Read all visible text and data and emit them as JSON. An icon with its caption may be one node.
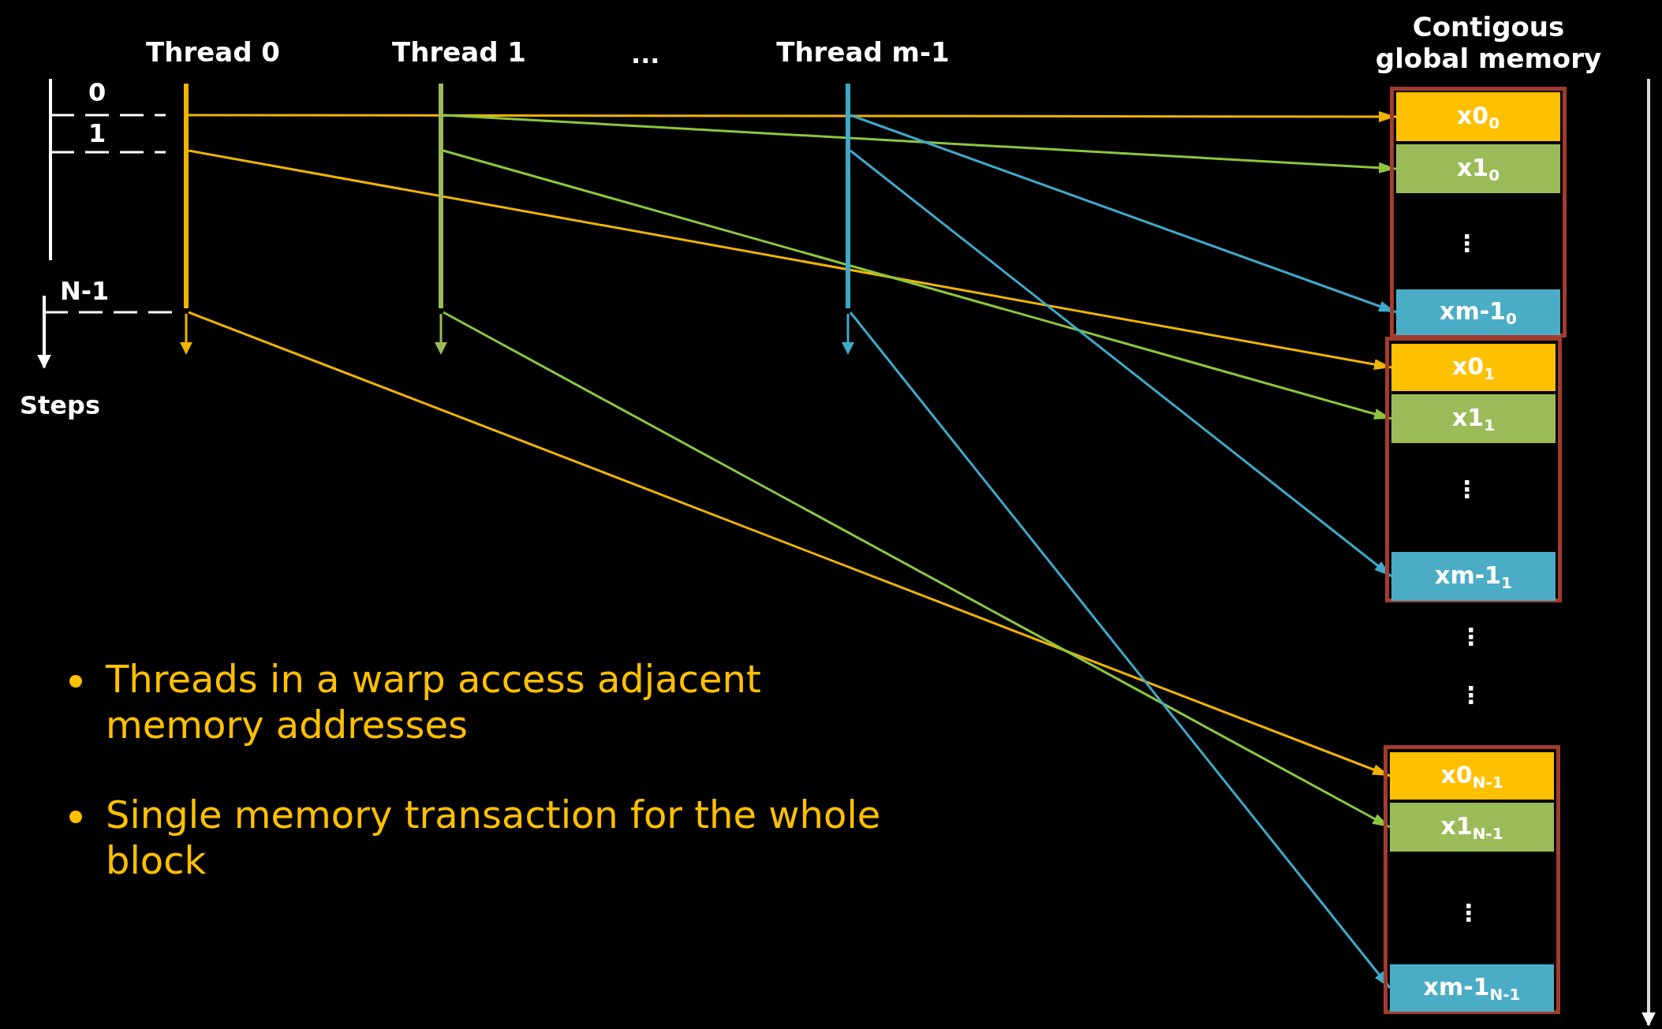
{
  "diagram": {
    "nodes": [
      {
        "text": [
          "Thread 0"
        ]
      },
      {
        "text": [
          "Thread 1"
        ]
      },
      {
        "text": [
          "Thread m-1"
        ]
      },
      {
        "text": [],
        "shape": "box"
      },
      {
        "text": [
          "x0$_{0}$"
        ],
        "in": 3
      },
      {
        "text": [
          "x1$_{0}$"
        ],
        "in": 3
      },
      {
        "text": [
          "xm-1$_{0}$"
        ],
        "in": 3
      },
      {
        "text": [],
        "shape": "box"
      },
      {
        "text": [
          "x0$_{1}$"
        ],
        "in": 7
      },
      {
        "text": [
          "x1$_{1}$"
        ],
        "in": 7
      },
      {
        "text": [
          "xm-1$_{1}$"
        ],
        "in": 7
      },
      {
        "text": [],
        "shape": "box"
      },
      {
        "text": [
          "x0$_{N-1}$"
        ],
        "in": 11
      },
      {
        "text": [
          "x1$_{N-1}$"
        ],
        "in": 11
      },
      {
        "text": [
          "xm-1$_{N-1}$"
        ],
        "in": 11
      }
    ],
    "edges": [
      {
        "from": 0,
        "to": 4,
        "arrow": "to",
        "color": "#f0b400"
      },
      {
        "from": 1,
        "to": 5,
        "arrow": "to",
        "color": "#8cc63f"
      },
      {
        "from": 2,
        "to": 6,
        "arrow": "to",
        "color": "#3fa9c9"
      },
      {
        "from": 0,
        "to": 8,
        "arrow": "to",
        "color": "#f0b400"
      },
      {
        "from": 1,
        "to": 9,
        "arrow": "to",
        "color": "#8cc63f"
      },
      {
        "from": 2,
        "to": 10,
        "arrow": "to",
        "color": "#3fa9c9"
      },
      {
        "from": 0,
        "to": 12,
        "arrow": "to",
        "color": "#f0b400"
      },
      {
        "from": 1,
        "to": 13,
        "arrow": "to",
        "color": "#8cc63f"
      },
      {
        "from": 2,
        "to": 14,
        "arrow": "to",
        "color": "#3fa9c9"
      }
    ],
    "labels": [
      "Contigous global memory",
      "...",
      "0",
      "1",
      "⋮",
      "N-1",
      "Steps",
      "⋮",
      "⋮",
      "Threads in a warp access adjacent memory addresses",
      "⋮",
      "Single memory transaction for the whole block",
      "⋮"
    ]
  }
}
